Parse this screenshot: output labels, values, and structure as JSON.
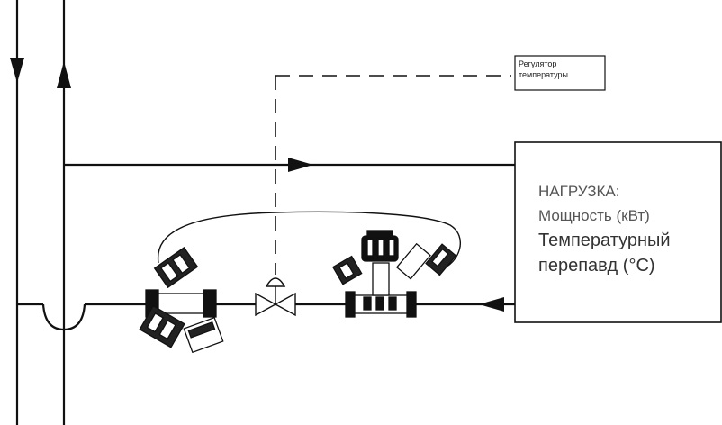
{
  "diagram": {
    "regulator_label": {
      "line1": "Регулятор",
      "line2": "температуры"
    },
    "load": {
      "title": "НАГРУЗКА:",
      "power": "Мощность (кВт)",
      "temp_line1": "Температурный",
      "temp_line2": "перепавд (°С)"
    },
    "components": [
      "supply-pipe",
      "return-pipe",
      "temperature-regulator",
      "control-valve",
      "differential-pressure-controller",
      "balancing-valve",
      "load"
    ]
  }
}
